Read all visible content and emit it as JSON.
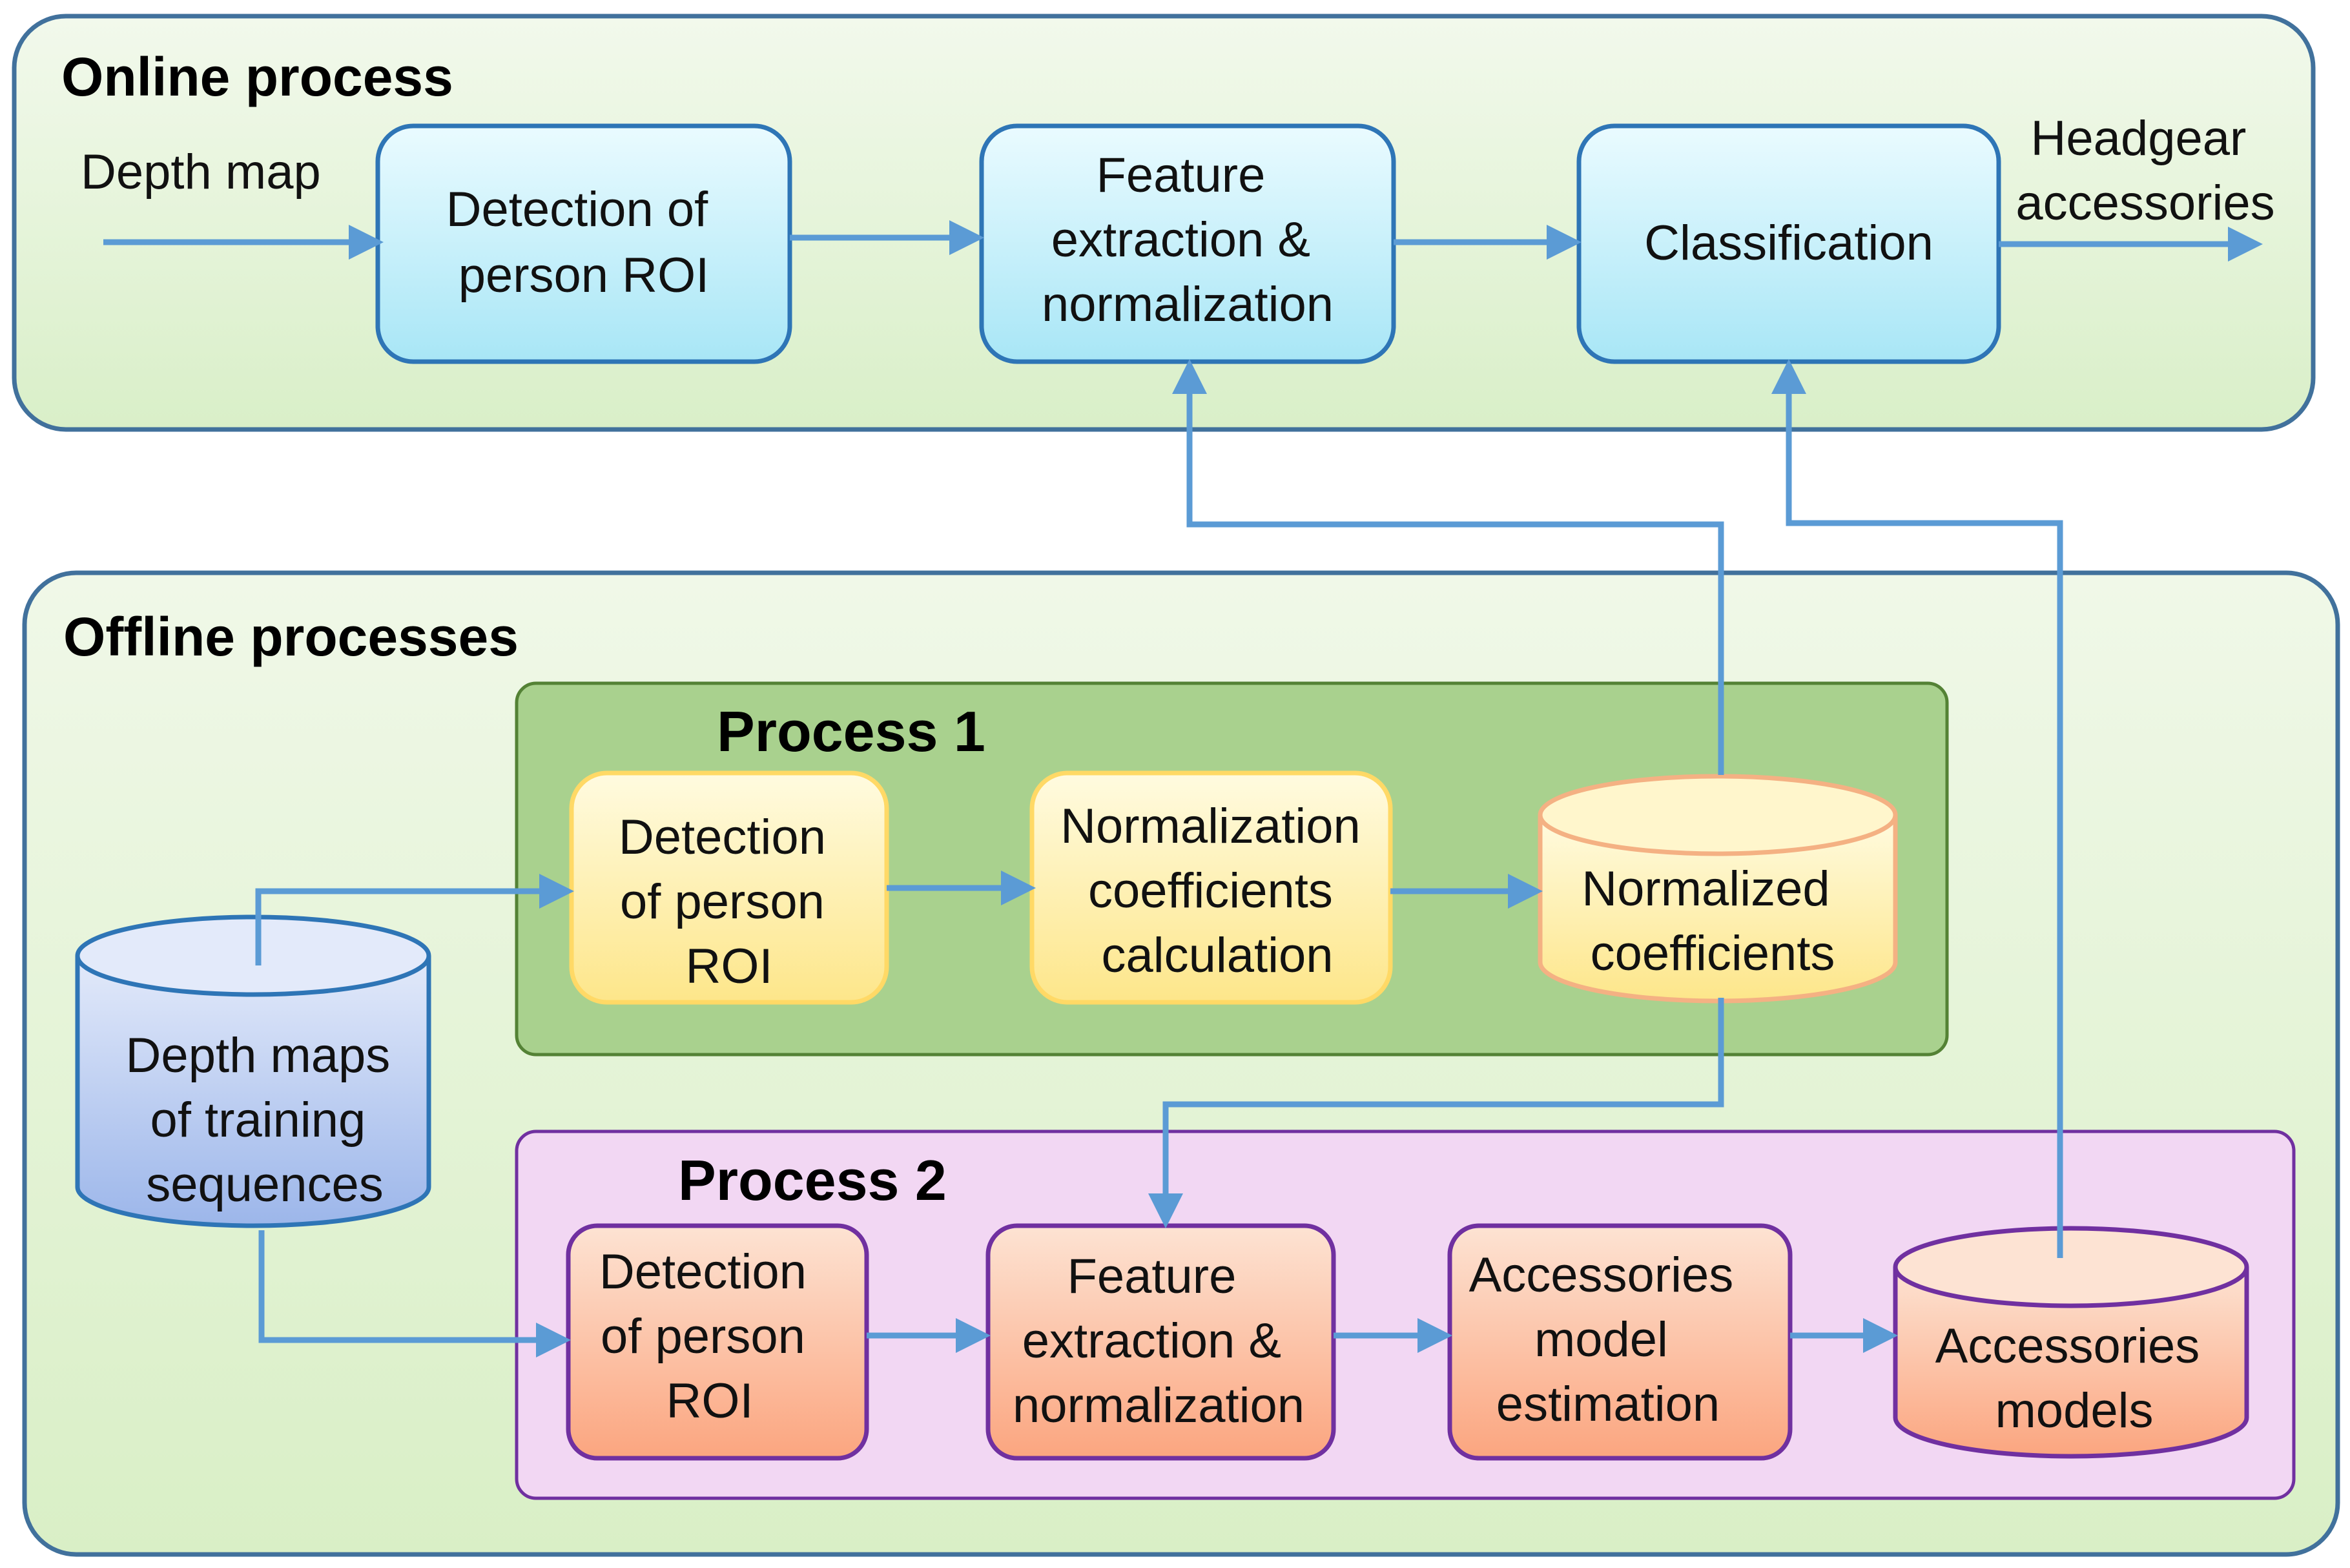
{
  "online": {
    "title": "Online process",
    "input_label": "Depth map",
    "output_label": [
      "Headgear",
      "accessories"
    ],
    "steps": [
      [
        "Detection of",
        "person ROI"
      ],
      [
        "Feature",
        "extraction &",
        "normalization"
      ],
      [
        "Classification"
      ]
    ]
  },
  "offline": {
    "title": "Offline processes",
    "source_db": [
      "Depth maps",
      "of training",
      "sequences"
    ],
    "process1": {
      "title": "Process 1",
      "steps": [
        [
          "Detection",
          "of person",
          "ROI"
        ],
        [
          "Normalization",
          "coefficients",
          "calculation"
        ]
      ],
      "db": [
        "Normalized",
        "coefficients"
      ]
    },
    "process2": {
      "title": "Process 2",
      "steps": [
        [
          "Detection",
          "of person",
          "ROI"
        ],
        [
          "Feature",
          "extraction &",
          "normalization"
        ],
        [
          "Accessories",
          "model",
          "estimation"
        ]
      ],
      "db": [
        "Accessories",
        "models"
      ]
    }
  },
  "colors": {
    "arrow": "#5b9bd5",
    "online_panel": "#e4f3da",
    "process1_panel": "#a9d18e",
    "process2_panel": "#f2d7f3",
    "online_box": "#c9f0f9",
    "process1_box": "#fdeeaa",
    "process2_box": "#fbbfa0",
    "source_db": "#b6c9f0"
  }
}
